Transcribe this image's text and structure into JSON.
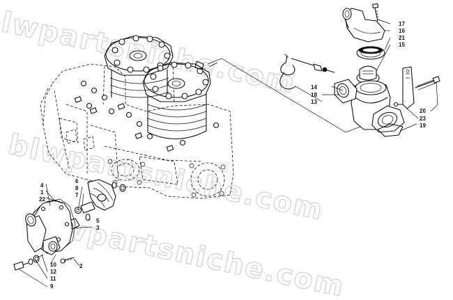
{
  "watermarks": [
    "blwpartsniche.com",
    "blwpartsniche.com",
    "blwpartsniche.com"
  ],
  "labels": {
    "l17": "17",
    "l16": "16",
    "l21": "21",
    "l15": "15",
    "l14": "14",
    "l18": "18",
    "l13": "13",
    "l20": "20",
    "l23": "23",
    "l19": "19",
    "l6": "6",
    "l8": "8",
    "l7": "7",
    "l5": "5",
    "l3": "3",
    "l4": "4",
    "l1": "1",
    "l22": "22",
    "l10": "10",
    "l12": "12",
    "l11": "11",
    "l9": "9",
    "l2": "2"
  }
}
